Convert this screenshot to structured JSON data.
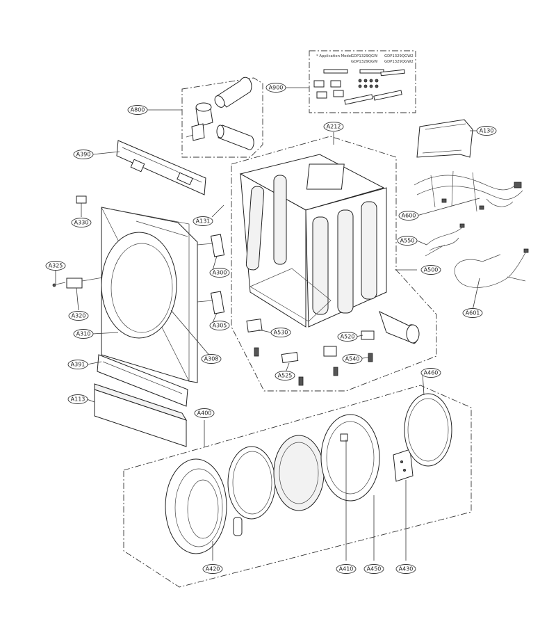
{
  "application_model": {
    "heading": "* Application Model",
    "models": [
      "GDP1329QGW",
      "GDP1329QGW2",
      "GDP1329QGW",
      "GDP1329QGW2"
    ]
  },
  "labels": {
    "a800": "A800",
    "a900": "A900",
    "a390": "A390",
    "a212": "A212",
    "a130": "A130",
    "a330": "A330",
    "a131": "A131",
    "a600": "A600",
    "a550": "A550",
    "a325": "A325",
    "a300": "A300",
    "a500": "A500",
    "a320": "A320",
    "a305": "A305",
    "a601": "A601",
    "a310": "A310",
    "a530": "A530",
    "a520": "A520",
    "a308": "A308",
    "a540": "A540",
    "a391": "A391",
    "a525": "A525",
    "a460": "A460",
    "a113": "A113",
    "a400": "A400",
    "a420": "A420",
    "a410": "A410",
    "a450": "A450",
    "a430": "A430"
  }
}
